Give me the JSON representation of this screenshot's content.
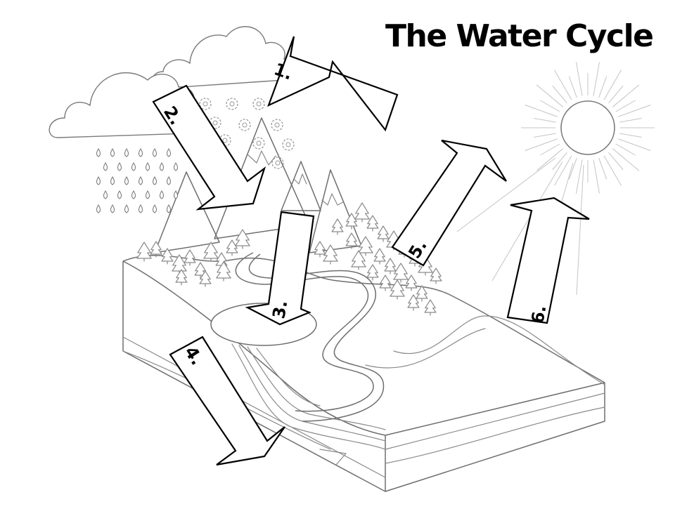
{
  "diagram": {
    "title": "The Water Cycle",
    "arrows": [
      {
        "id": "1",
        "label": "1."
      },
      {
        "id": "2",
        "label": "2."
      },
      {
        "id": "3",
        "label": "3."
      },
      {
        "id": "4",
        "label": "4."
      },
      {
        "id": "5",
        "label": "5."
      },
      {
        "id": "6",
        "label": "6."
      }
    ],
    "elements": [
      "rain-cloud",
      "snow-cloud",
      "sun",
      "mountains",
      "pine-forest",
      "river",
      "lake",
      "ground-cross-section",
      "groundwater-layers"
    ]
  }
}
